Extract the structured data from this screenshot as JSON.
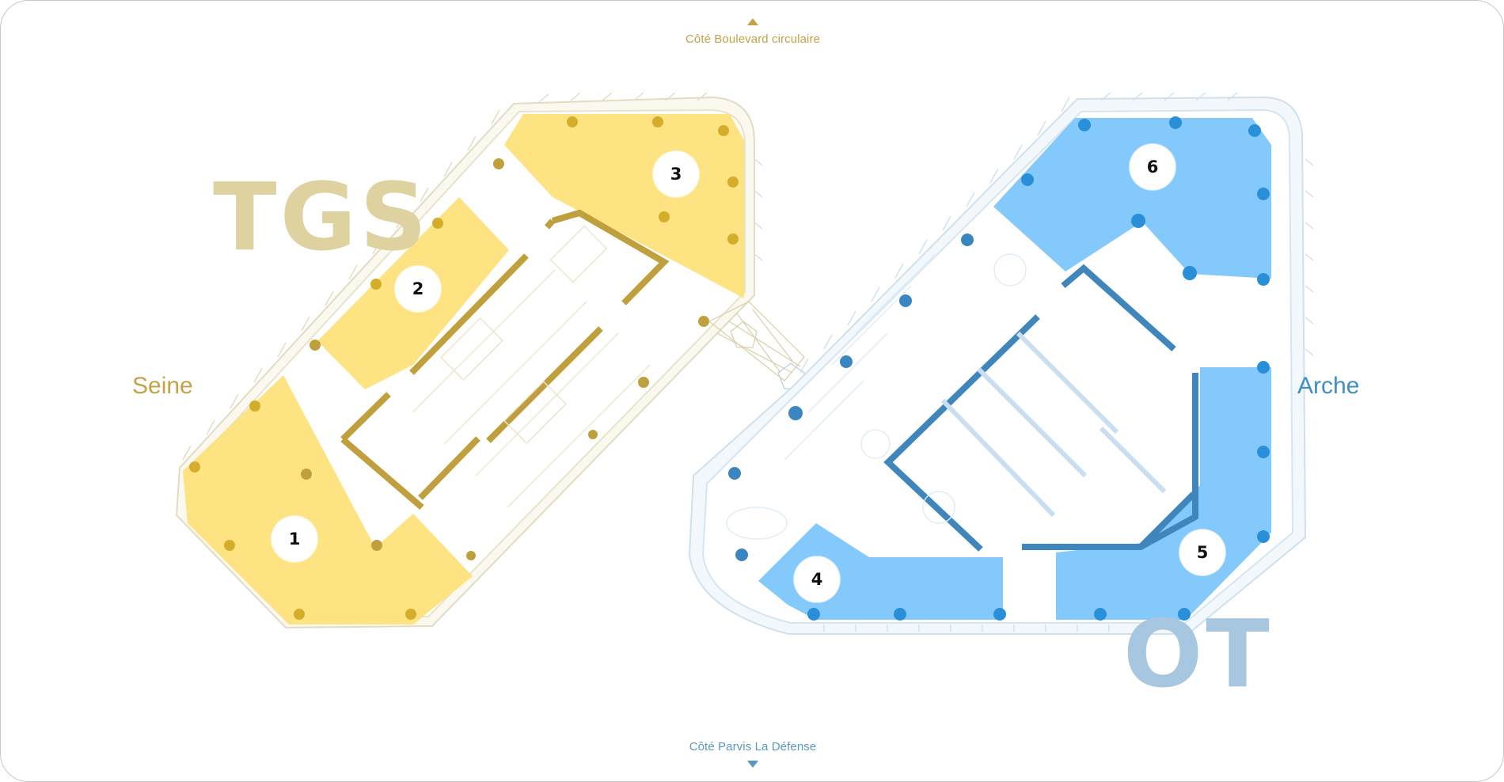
{
  "orientation": {
    "top_label": "Côté Boulevard circulaire",
    "bottom_label": "Côté Parvis La Défense"
  },
  "buildings": {
    "left": {
      "name": "TGS",
      "side_label": "Seine",
      "color": "#c4a24a",
      "zone_fill": "#fde27a",
      "logo_color": "#ddd2a0"
    },
    "right": {
      "name": "OT",
      "side_label": "Arche",
      "color": "#3f8fc4",
      "zone_fill": "#7cc6fb",
      "logo_color": "#a7c7e0"
    }
  },
  "zones": [
    {
      "number": "1",
      "building": "TGS"
    },
    {
      "number": "2",
      "building": "TGS"
    },
    {
      "number": "3",
      "building": "TGS"
    },
    {
      "number": "4",
      "building": "OT"
    },
    {
      "number": "5",
      "building": "OT"
    },
    {
      "number": "6",
      "building": "OT"
    }
  ],
  "icons": {
    "north_arrow": "triangle-up-icon",
    "south_arrow": "triangle-down-icon"
  }
}
